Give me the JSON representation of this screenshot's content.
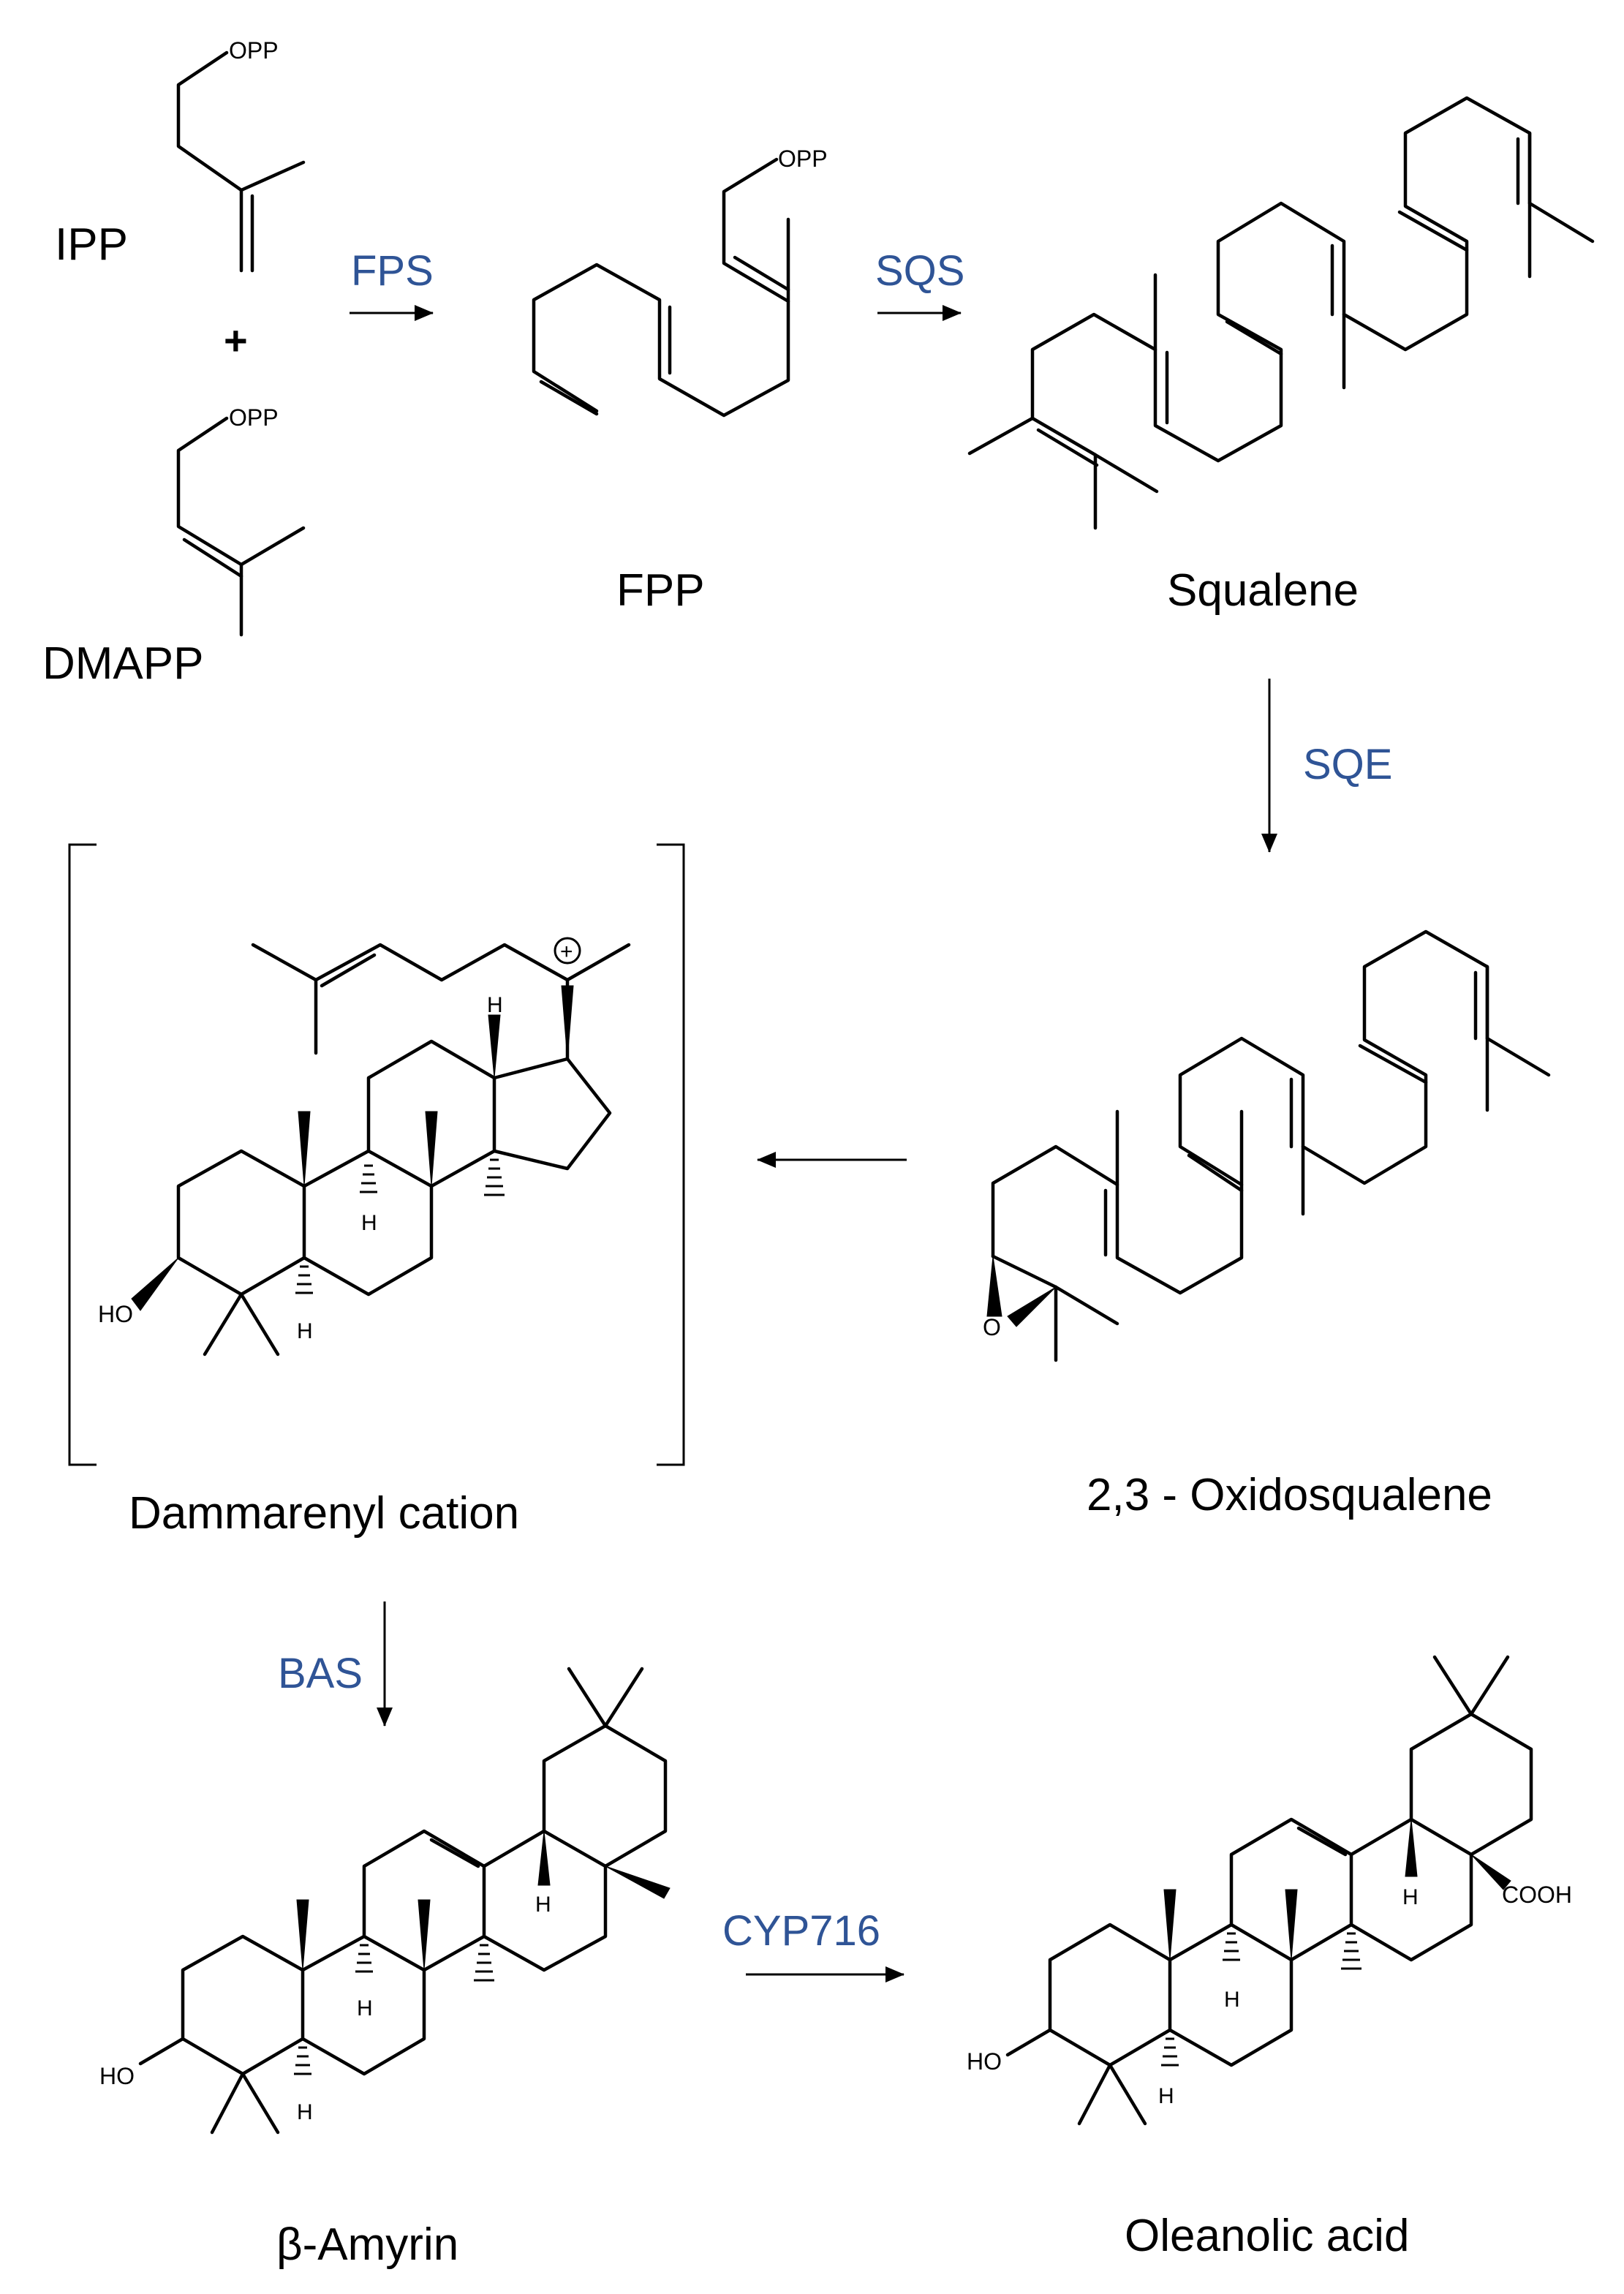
{
  "compounds": {
    "ipp": "IPP",
    "dmapp": "DMAPP",
    "fpp": "FPP",
    "squalene": "Squalene",
    "oxidosqualene": "2,3 - Oxidosqualene",
    "dammarenyl": "Dammarenyl cation",
    "amyrin": "β-Amyrin",
    "oleanolic": "Oleanolic acid"
  },
  "enzymes": {
    "fps": "FPS",
    "sqs": "SQS",
    "sqe": "SQE",
    "bas": "BAS",
    "cyp": "CYP716"
  },
  "atoms": {
    "opp": "OPP",
    "ho": "HO",
    "o": "O",
    "h": "H",
    "cooh": "COOH",
    "charge": "+"
  },
  "misc": {
    "plus": "+"
  }
}
